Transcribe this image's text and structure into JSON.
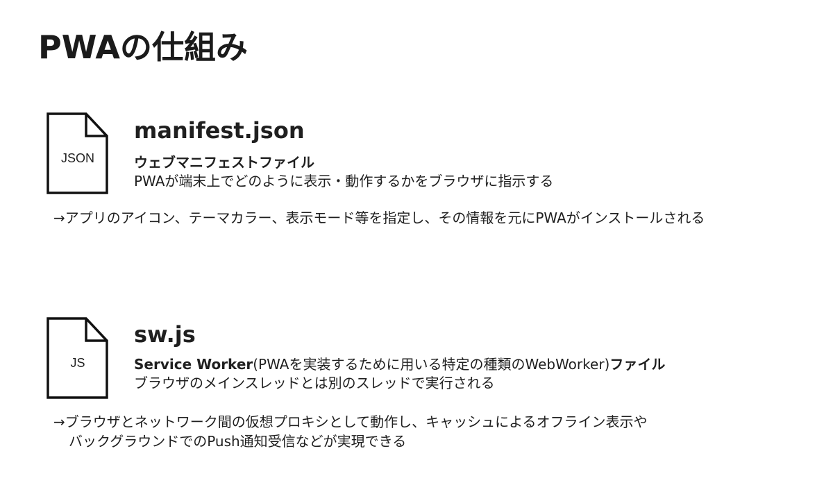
{
  "title": "PWAの仕組み",
  "sections": [
    {
      "icon_label": "JSON",
      "icon": "json-file-icon",
      "file_name": "manifest.json",
      "kind": "ウェブマニフェストファイル",
      "description": "PWAが端末上でどのように表示・動作するかをブラウザに指示する",
      "note_lines": [
        "→アプリのアイコン、テーマカラー、表示モード等を指定し、その情報を元にPWAがインストールされる"
      ]
    },
    {
      "icon_label": "JS",
      "icon": "js-file-icon",
      "file_name": "sw.js",
      "kind_bold_prefix": "Service Worker",
      "kind_plain": "(PWAを実装するために用いる特定の種類のWebWorker)",
      "kind_bold_suffix": "ファイル",
      "description": "ブラウザのメインスレッドとは別のスレッドで実行される",
      "note_lines": [
        "→ブラウザとネットワーク間の仮想プロキシとして動作し、キャッシュによるオフライン表示や",
        "バックグラウンドでのPush通知受信などが実現できる"
      ]
    }
  ]
}
